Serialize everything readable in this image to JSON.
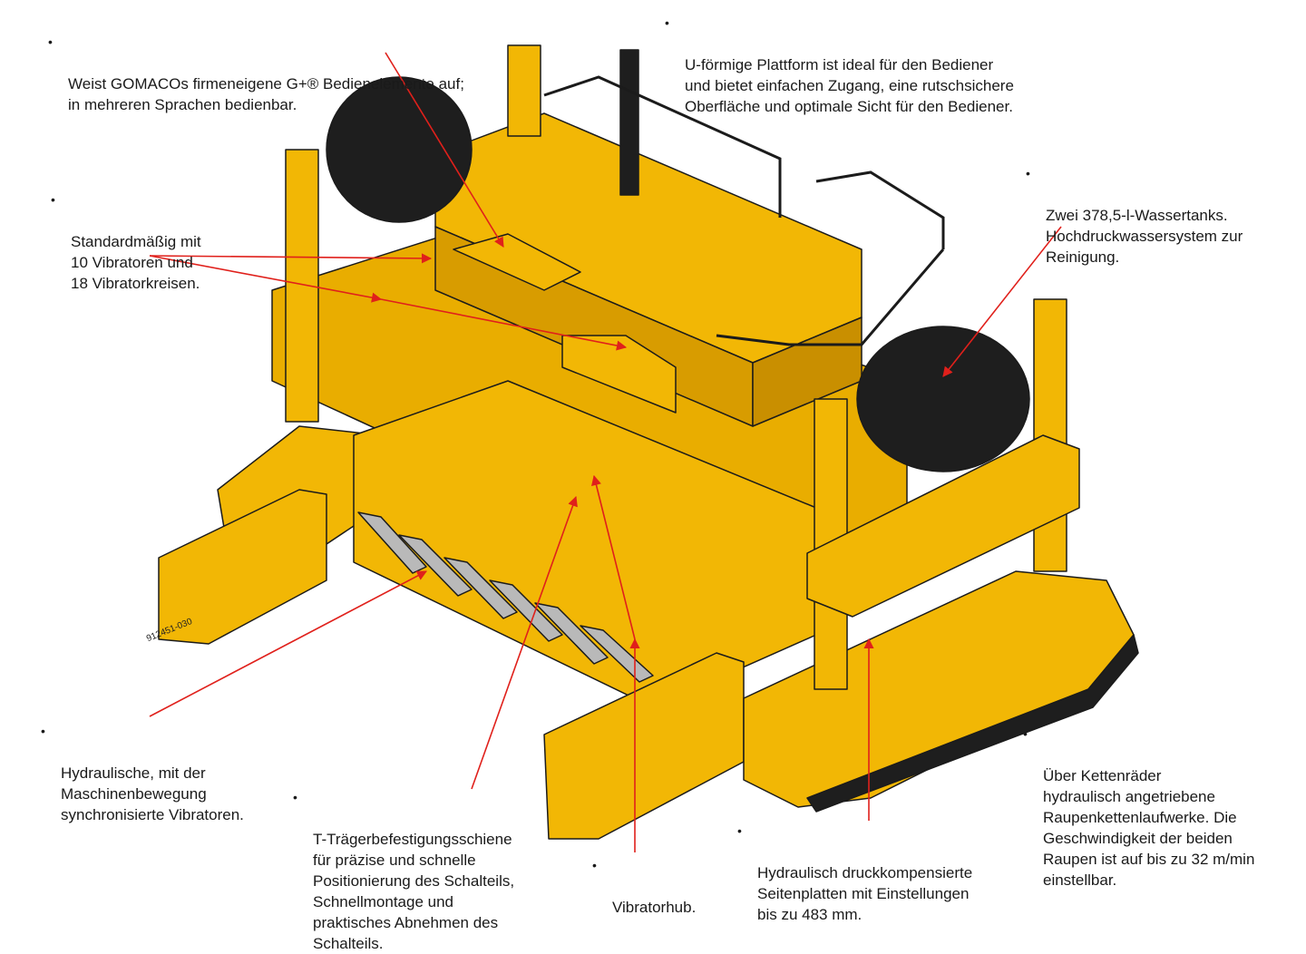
{
  "drawing_number": "912451-030",
  "colors": {
    "machine": "#f2b705",
    "machine_dark": "#c98f00",
    "outline": "#1b1b1b",
    "tank": "#1e1e1e",
    "leader": "#e0201b"
  },
  "callouts": [
    {
      "id": "controls",
      "text": "Weist GOMACOs firmeneigene G+® Bedienelemente auf;\nin mehreren Sprachen bedienbar."
    },
    {
      "id": "platform",
      "text": "U-förmige Plattform ist ideal für den Bediener\nund bietet einfachen Zugang, eine rutschsichere\nOberfläche und optimale Sicht für den Bediener."
    },
    {
      "id": "vibrators-standard",
      "text": "Standardmäßig mit\n10 Vibratoren und\n18 Vibratorkreisen."
    },
    {
      "id": "water-tanks",
      "text": "Zwei 378,5-l-Wassertanks.\nHochdruckwassersystem zur\nReinigung."
    },
    {
      "id": "vibrators-hydraulic",
      "text": "Hydraulische, mit der\nMaschinenbewegung\nsynchronisierte Vibratoren."
    },
    {
      "id": "t-rail",
      "text": "T-Trägerbefestigungsschiene\nfür präzise und schnelle\nPositionierung des Schalteils,\nSchnellmontage und\npraktisches Abnehmen des\nSchalteils."
    },
    {
      "id": "vibrator-lift",
      "text": "Vibratorhub."
    },
    {
      "id": "side-plates",
      "text": "Hydraulisch druckkompensierte\nSeitenplatten mit Einstellungen\nbis zu 483 mm."
    },
    {
      "id": "tracks",
      "text": "Über Kettenräder\nhydraulisch angetriebene\nRaupenkettenlaufwerke. Die\nGeschwindigkeit der beiden\nRaupen ist auf bis zu 32 m/min\neinstellbar."
    }
  ]
}
